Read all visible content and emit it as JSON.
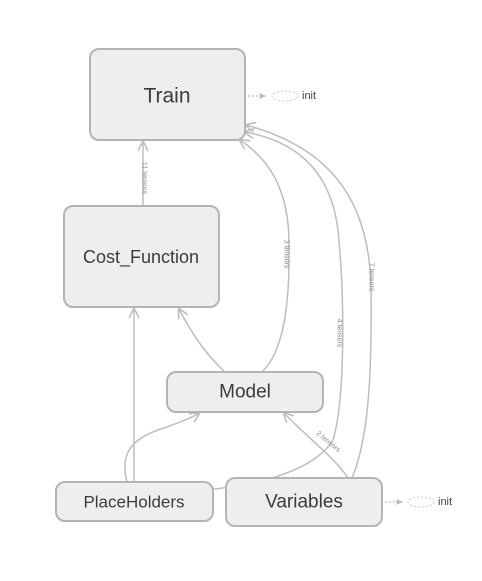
{
  "nodes": {
    "train": {
      "label": "Train"
    },
    "cost_function": {
      "label": "Cost_Function"
    },
    "model": {
      "label": "Model"
    },
    "placeholders": {
      "label": "PlaceHolders"
    },
    "variables": {
      "label": "Variables"
    }
  },
  "aux_nodes": {
    "train_init": {
      "label": "init"
    },
    "variables_init": {
      "label": "init"
    }
  },
  "edges": {
    "cost_to_train": {
      "label": "11 tensors"
    },
    "model_to_train": {
      "label": "3 tensors"
    },
    "placeholders_to_train": {
      "label": "4 tensors"
    },
    "variables_to_train": {
      "label": "7 tensors"
    },
    "variables_to_model": {
      "label": "2 tensors"
    }
  },
  "colors": {
    "node_fill": "#eeeeee",
    "node_stroke": "#b4b4b4",
    "edge": "#bdbdbd",
    "text": "#3c3c3c"
  }
}
